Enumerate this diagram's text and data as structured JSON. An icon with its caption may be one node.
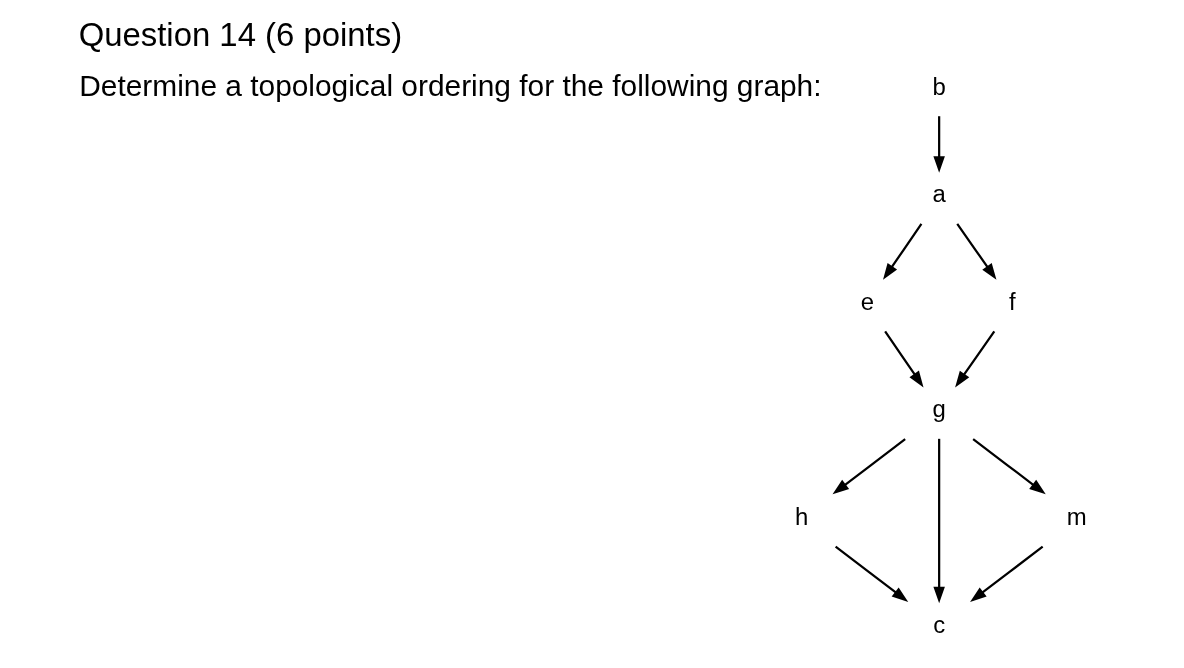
{
  "diagram": {
    "title": "Question 14 (6 points)",
    "nodes": [
      {
        "text": [
          "b"
        ]
      },
      {
        "text": [
          "a"
        ]
      },
      {
        "text": [
          "e"
        ]
      },
      {
        "text": [
          "f"
        ]
      },
      {
        "text": [
          "g"
        ]
      },
      {
        "text": [
          "h"
        ]
      },
      {
        "text": [
          "c"
        ]
      },
      {
        "text": [
          "m"
        ]
      }
    ],
    "edges": [
      {
        "from": 0,
        "to": 1,
        "arrow": "to"
      },
      {
        "from": 1,
        "to": 2,
        "arrow": "to"
      },
      {
        "from": 1,
        "to": 3,
        "arrow": "to"
      },
      {
        "from": 2,
        "to": 4,
        "arrow": "to"
      },
      {
        "from": 3,
        "to": 4,
        "arrow": "to"
      },
      {
        "from": 4,
        "to": 5,
        "arrow": "to"
      },
      {
        "from": 4,
        "to": 6,
        "arrow": "to"
      },
      {
        "from": 4,
        "to": 7,
        "arrow": "to"
      },
      {
        "from": 5,
        "to": 6,
        "arrow": "to"
      },
      {
        "from": 7,
        "to": 6,
        "arrow": "to"
      }
    ],
    "labels": [
      "Determine a topological ordering for the following graph:"
    ]
  }
}
